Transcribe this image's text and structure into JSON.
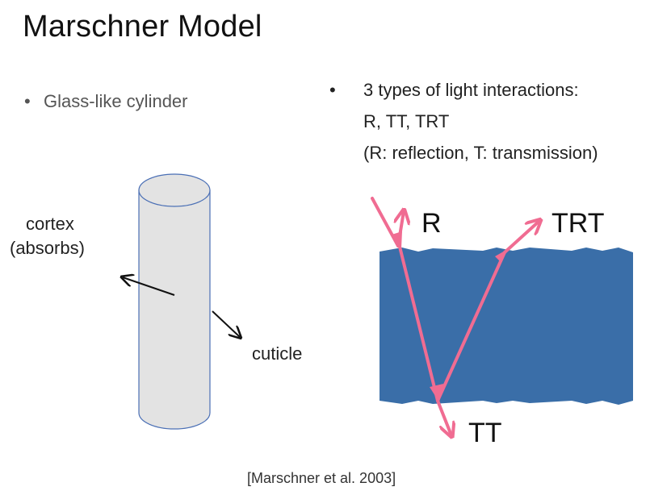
{
  "title": "Marschner Model",
  "left_bullet": {
    "marker": "•",
    "text": "Glass-like cylinder"
  },
  "right_bullet": {
    "marker": "•",
    "lines": [
      "3 types of light interactions:",
      "R, TT, TRT",
      "(R: reflection, T: transmission)"
    ]
  },
  "cylinder_labels": {
    "cortex": "cortex",
    "absorbs": "(absorbs)",
    "cuticle": "cuticle"
  },
  "interaction_labels": {
    "r": "R",
    "trt": "TRT",
    "tt": "TT"
  },
  "citation": "[Marschner et al. 2003]",
  "colors": {
    "cylinder_fill": "#e3e3e3",
    "cylinder_stroke": "#4a6fb5",
    "fiber_fill": "#3a6ea8",
    "ray": "#f06c92",
    "arrow": "#111111"
  }
}
